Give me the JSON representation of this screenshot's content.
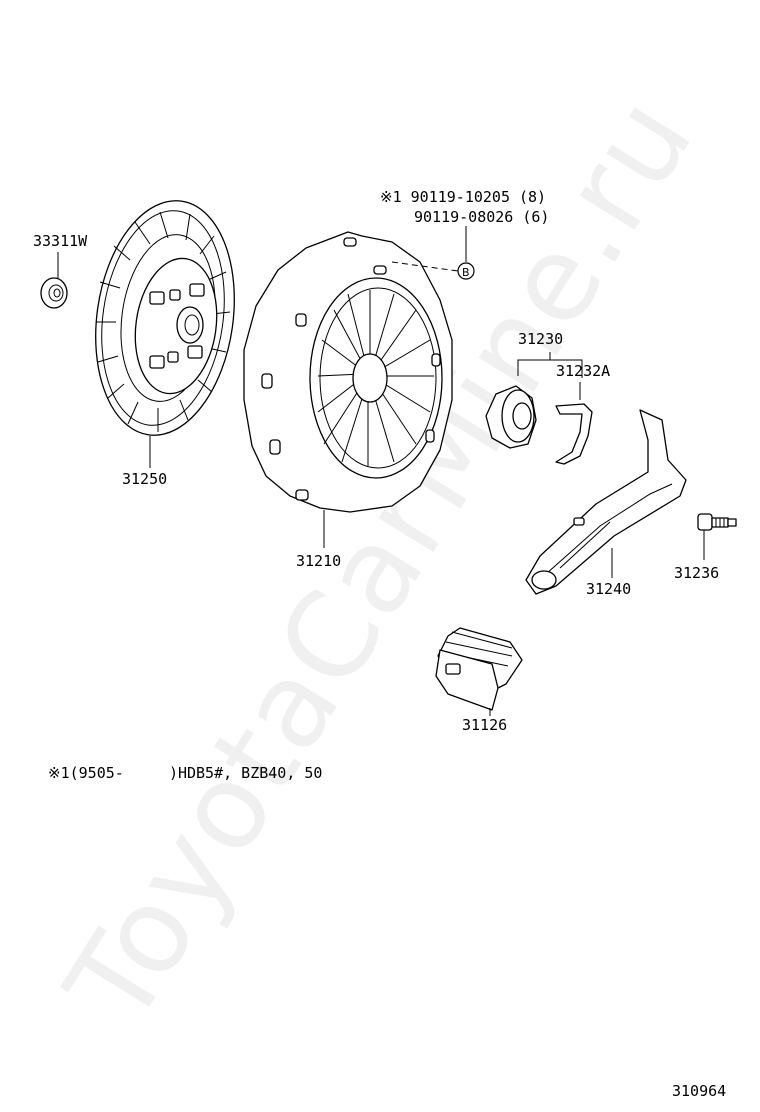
{
  "watermark": "ToyotaCarMine.ru",
  "diagram_id": "310964",
  "footnote": "※1(9505-     )HDB5#, BZB40, 50",
  "bolt_note": {
    "line1": "※1 90119-10205 (8)",
    "line2": "90119-08026 (6)",
    "badge": "B"
  },
  "parts": [
    {
      "id": "33311W",
      "name": "pilot-bearing"
    },
    {
      "id": "31250",
      "name": "clutch-disc"
    },
    {
      "id": "31210",
      "name": "clutch-cover"
    },
    {
      "id": "31230",
      "name": "release-bearing"
    },
    {
      "id": "31232A",
      "name": "release-bearing-clip"
    },
    {
      "id": "31240",
      "name": "release-fork"
    },
    {
      "id": "31236",
      "name": "fork-pivot-stud"
    },
    {
      "id": "31126",
      "name": "fork-boot"
    }
  ]
}
